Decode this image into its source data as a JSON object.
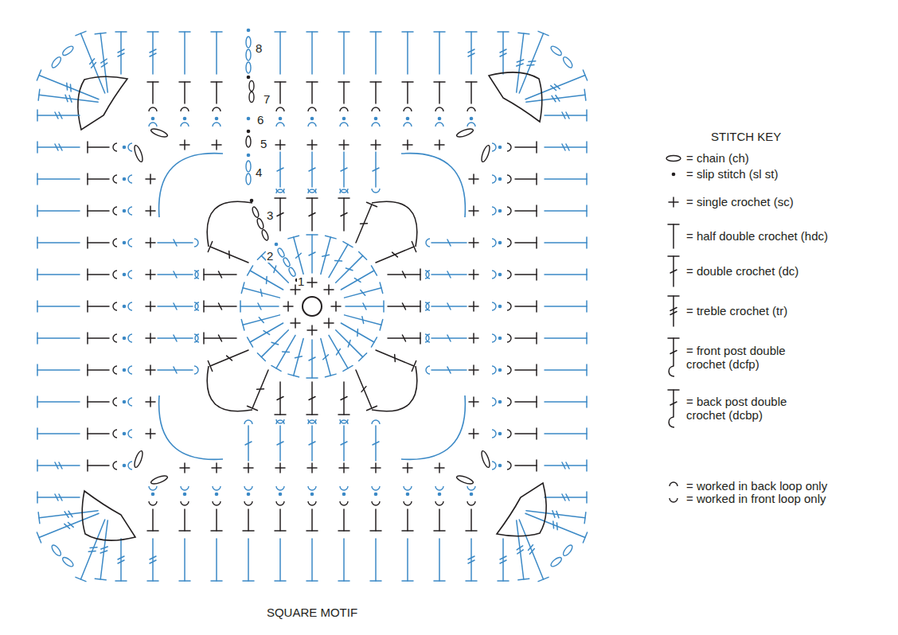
{
  "diagram": {
    "caption": "SQUARE MOTIF",
    "labels": [
      "STITCH KEY",
      "1",
      "2",
      "3",
      "4",
      "5",
      "6",
      "7",
      "8"
    ],
    "legend": [
      {
        "text": "= chain (ch)"
      },
      {
        "text": "= slip stitch (sl st)"
      },
      {
        "text": "= single crochet (sc)"
      },
      {
        "text": "= half double crochet (hdc)"
      },
      {
        "text": "= double crochet (dc)"
      },
      {
        "text": "= treble crochet (tr)"
      },
      {
        "text": "= front post double crochet (dcfp)"
      },
      {
        "text": "= back post double crochet (dcbp)"
      },
      {
        "text": "= worked in back loop only"
      },
      {
        "text": "= worked in front loop only"
      }
    ]
  }
}
